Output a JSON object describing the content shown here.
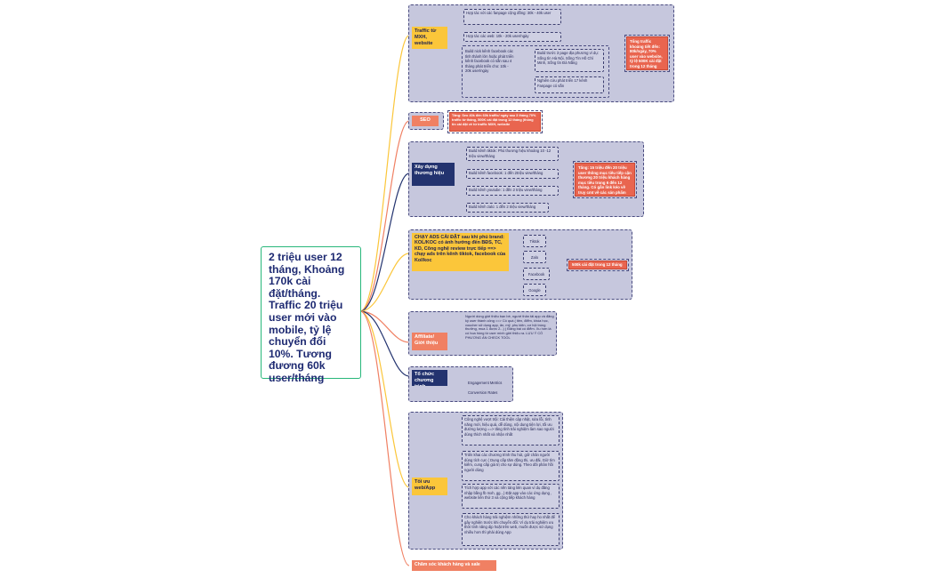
{
  "central": {
    "text": "2 triệu user 12 tháng, Khoảng 170k cài đặt/tháng. Traffic 20 triệu user mới vào mobile, tỷ lệ chuyển đổi 10%. Tương đương 60k user/tháng"
  },
  "colors": {
    "yellow_branch": "#fbc63a",
    "navy_branch": "#23336f",
    "orange_branch": "#f08063",
    "group_fill": "#c6c7dd",
    "central_border": "#28b77a"
  },
  "branches": {
    "traffic": {
      "label": "Traffic từ MXH, website",
      "items": [
        "Hợp tác với các fanpage cộng đồng: 30k - 40k user",
        "Hợp tác các web: 10k - 20k user/ngày",
        "Build nick kênh facebook các tỉnh thành lớn hoặc phát triển kênh facebook có sẵn sau 4 tháng phát triển cho: 10k - 20k user/ngày"
      ],
      "sub_items": [
        "Build trước 3 page địa phương vì dụ: Sống tìn Hà Nội, Sống Tìn Hồ Chí Minh, Sống tìn Đà Nẵng",
        "Nghiên cứu phát triển 17 kênh Fanpage có sẵn"
      ],
      "result": "Tổng traffic khoảng tiết đến: 80k/ngày, 70% user vào website, tỷ lệ 500K cài đặt trong 12 tháng"
    },
    "seo": {
      "label": "SEO",
      "note": "Tăng: Seo 40k đến 60k traffic/ ngày sau 3 tháng 70% traffic từ tháng, 500K cài đặt trong 12 tháng (thông tin cài đặt về từ traffic MXH, website"
    },
    "brand": {
      "label": "Xây dựng thương hiệu",
      "items": [
        "Build kênh tiktok: Phủ thương hiệu khoảng 10 -12 triệu view/tháng",
        "Build kênh facebook: 1 đến 2triệu view/tháng",
        "Build kênh youtube: 1 đến 2 triệu view/tháng",
        "Build kênh zalo: 1 đến 2 triệu view/tháng"
      ],
      "result": "Tăng: 15 triệu đến 20 triệu user thông mục tiêu tiếp cận thương 20 triệu khách hàng mục tiêu trong 6 đến 12 tháng. Có gắn link kéo về truy cmt về các sản phẩm Hoay Group"
    },
    "ads": {
      "label": "CHẠY ADS CÀI ĐẶT sau khi phủ brand: KOL/KOC có ảnh hưởng đến BĐS, TC, KD, Công nghệ review trực tiếp ==> chạy ads trên kênh tiktok, facebook của Kol/koc",
      "platforms": [
        "Tiktok",
        "Zalo",
        "Facebook",
        "Google"
      ],
      "result": "500k cài đặt trong 12 tháng"
    },
    "affiliate": {
      "label": "Affiliate/ Giới thiệu",
      "note": "Người dùng giới thiệu bạn bè, người thân tải app và đăng ký user thành công ==> Có quà ( tiền, điểm, khóa học, voucher sử dụng app, ăn, mỹ, phụ kiện, cơ hội trúng thưởng, mua 1 được 2...) ( Đăng bài có điểm. Xu hơn là có hoa hồng từ user mình giới thiệu ra. LƯU Ý CÓ PHƯƠNG ÁN CHECK TOOL"
    },
    "program": {
      "label": "Tổ chức chương trình",
      "items": [
        "Engagement Metrics",
        "Conversion Rates"
      ]
    },
    "optimize": {
      "label": "Tối ưu web/App",
      "items": [
        "Công nghệ vượt trội: Cải thiện cập nhật, sửa lỗi, tính năng mới, hiệu quả, dễ dùng, nội dung tiện lợi, tối ưu đường lượng ==> tăng tính trải nghiệm làm sao người dùng thích nhất và nhận nhất",
        "Triển khai các chương trình thu hút, giữ chân người dùng tích cực ( Dung cấp tăm động thi, ưu đãi, Giờ tìm kiếm, cung cấp giá trị cho sự dùng. Theo dõi phản hồi người dùng",
        "Tích hợp app với các nền tảng liên quan ví dụ đăng nhập bằng fb mxh, gg...) Đặt app vào các ứng dụng , website liên thứ 3 và cộng tiếp khách hàng",
        "Cho khách hàng trải nghiệm những thứ hay ho nhất để gây nghiện trước khi chuyển đổi: Ví dụ trải nghiệm ưu thời tính năng dịp hoặt trên web, muốn được sử dụng nhiều hơn thì phải dùng App"
      ]
    },
    "care": {
      "label": "Chăm sóc khách hàng và sale"
    }
  }
}
